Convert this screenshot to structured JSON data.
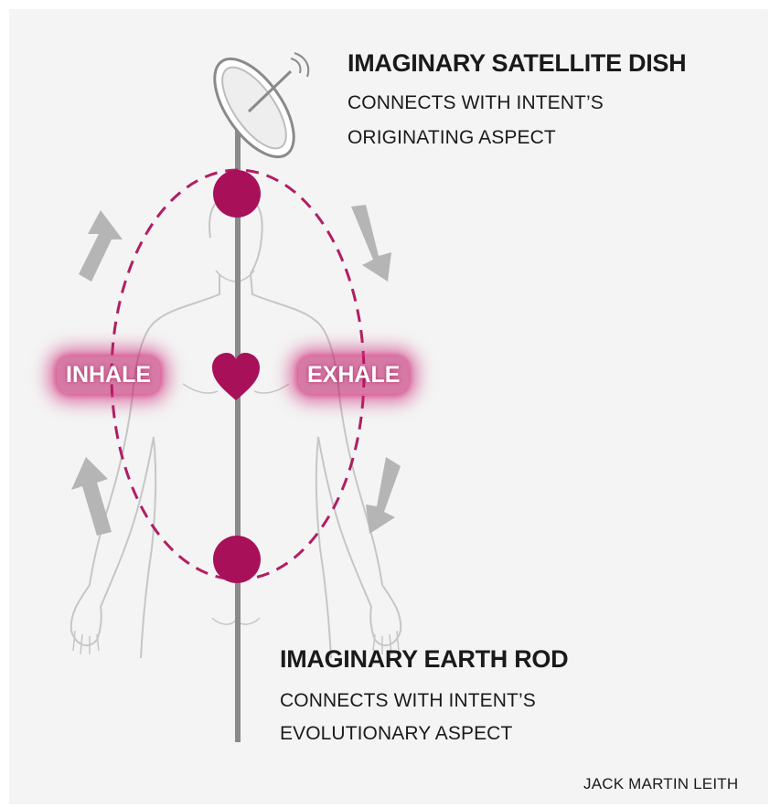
{
  "labels": {
    "dish_title": "IMAGINARY SATELLITE DISH",
    "dish_line1": "CONNECTS WITH INTENT’S",
    "dish_line2": "ORIGINATING ASPECT",
    "rod_title": "IMAGINARY EARTH ROD",
    "rod_line1": "CONNECTS WITH INTENT’S",
    "rod_line2": "EVOLUTIONARY ASPECT",
    "inhale": "INHALE",
    "exhale": "EXHALE",
    "credit": "JACK MARTIN LEITH"
  },
  "colors": {
    "accent": "#a8105a",
    "glow": "#d33a8a",
    "arrow": "#b5b5b5",
    "rod": "#8a8a8a",
    "body_outline": "#c8c8c8",
    "panel": "#f4f4f4",
    "text": "#1a1a1a"
  }
}
